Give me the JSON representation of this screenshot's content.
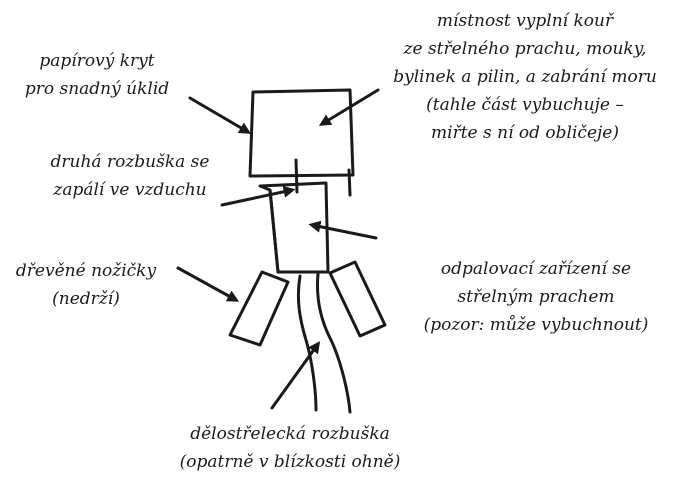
{
  "labels": {
    "paper_cover": [
      "papírový kryt",
      "pro snadný úklid"
    ],
    "room_fill": [
      "místnost vyplní kouř",
      "ze střelného prachu, mouky,",
      "bylinek a pilin, a zabrání moru",
      "(tahle část vybuchuje –",
      "miřte s ní od obličeje)"
    ],
    "second_fuse": [
      "druhá rozbuška se",
      "zapálí ve vzduchu"
    ],
    "wooden_legs": [
      "dřevěné nožičky",
      "(nedrží)"
    ],
    "launcher": [
      "odpalovací zařízení se",
      "střelným prachem",
      "(pozor: může vybuchnout)"
    ],
    "artillery_fuse": [
      "dělostřelecká rozbuška",
      "(opatrně v blízkosti ohně)"
    ]
  },
  "colors": {
    "ink": "#1a1a1a",
    "paper": "#ffffff"
  }
}
